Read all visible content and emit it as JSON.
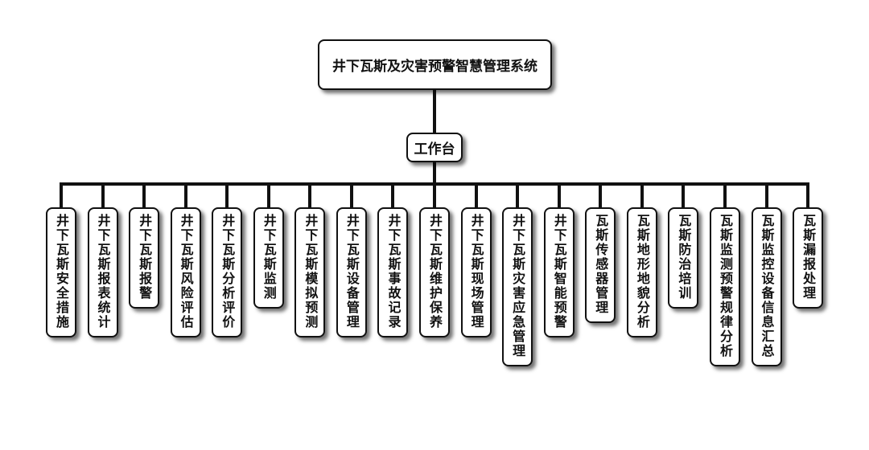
{
  "root": {
    "label": "井下瓦斯及灾害预警智慧管理系统"
  },
  "hub": {
    "label": "工作台"
  },
  "children": [
    "井下瓦斯安全措施",
    "井下瓦斯报表统计",
    "井下瓦斯报警",
    "井下瓦斯风险评估",
    "井下瓦斯分析评价",
    "井下瓦斯监测",
    "井下瓦斯模拟预测",
    "井下瓦斯设备管理",
    "井下瓦斯事故记录",
    "井下瓦斯维护保养",
    "井下瓦斯现场管理",
    "井下瓦斯灾害应急管理",
    "井下瓦斯智能预警",
    "瓦斯传感器管理",
    "瓦斯地形地貌分析",
    "瓦斯防治培训",
    "瓦斯监测预警规律分析",
    "瓦斯监控设备信息汇总",
    "瓦斯漏报处理"
  ]
}
